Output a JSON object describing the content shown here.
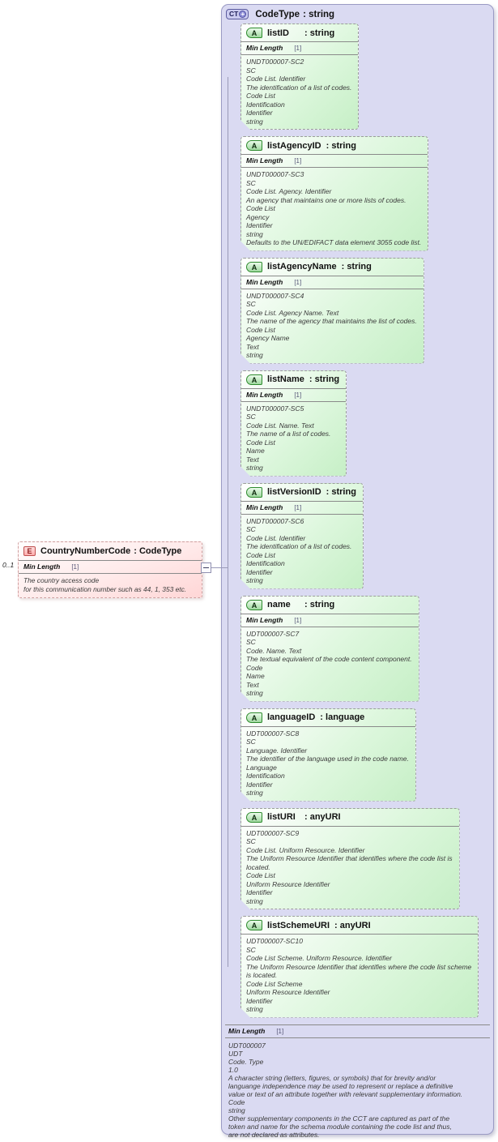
{
  "colors": {
    "ct_fill": "#dadaf2",
    "ct_border": "#9a9ac4",
    "attr_fill": "#c6efc6",
    "attr_border": "#9c9c9c",
    "element_fill": "#ffd6d6",
    "element_border": "#cfa0a0",
    "connector": "#9a9ab8",
    "annotation_text": "#3b3b3b"
  },
  "complex_type": {
    "badge": "CT",
    "badge_plus": "+",
    "name": "CodeType",
    "type": ": string",
    "attributes": [
      {
        "icon": "A",
        "name": "listID",
        "type": ": string",
        "facet": {
          "name": "Min Length",
          "cardinality": "[1]"
        },
        "annotation": [
          "UNDT000007-SC2",
          "SC",
          "Code List. Identifier",
          "The identification of a list of codes.",
          "Code List",
          "Identification",
          "Identifier",
          "string"
        ]
      },
      {
        "icon": "A",
        "name": "listAgencyID",
        "type": ": string",
        "facet": {
          "name": "Min Length",
          "cardinality": "[1]"
        },
        "annotation": [
          "UNDT000007-SC3",
          "SC",
          "Code List. Agency. Identifier",
          "An agency that maintains one or more lists of codes.",
          "Code List",
          "Agency",
          "Identifier",
          "string",
          "Defaults to the UN/EDIFACT data element 3055 code list."
        ]
      },
      {
        "icon": "A",
        "name": "listAgencyName",
        "type": ": string",
        "facet": {
          "name": "Min Length",
          "cardinality": "[1]"
        },
        "annotation": [
          "UNDT000007-SC4",
          "SC",
          "Code List. Agency Name. Text",
          "The name of the agency that maintains the list of codes.",
          "Code List",
          "Agency Name",
          "Text",
          "string"
        ]
      },
      {
        "icon": "A",
        "name": "listName",
        "type": ": string",
        "facet": {
          "name": "Min Length",
          "cardinality": "[1]"
        },
        "annotation": [
          "UNDT000007-SC5",
          "SC",
          "Code List. Name. Text",
          "The name of a list of codes.",
          "Code List",
          "Name",
          "Text",
          "string"
        ]
      },
      {
        "icon": "A",
        "name": "listVersionID",
        "type": ": string",
        "facet": {
          "name": "Min Length",
          "cardinality": "[1]"
        },
        "annotation": [
          "UNDT000007-SC6",
          "SC",
          "Code List. Identifier",
          "The identification of a list of codes.",
          "Code List",
          "Identification",
          "Identifier",
          "string"
        ]
      },
      {
        "icon": "A",
        "name": "name",
        "type": ": string",
        "facet": {
          "name": "Min Length",
          "cardinality": "[1]"
        },
        "annotation": [
          "UDT000007-SC7",
          "SC",
          "Code. Name. Text",
          "The textual equivalent of the code content component.",
          "Code",
          "Name",
          "Text",
          "string"
        ]
      },
      {
        "icon": "A",
        "name": "languageID",
        "type": ": language",
        "facet": null,
        "annotation": [
          "UDT000007-SC8",
          "SC",
          "Language. Identifier",
          "The identifier of the language used in the code name.",
          "Language",
          "Identification",
          "Identifier",
          "string"
        ]
      },
      {
        "icon": "A",
        "name": "listURI",
        "type": ": anyURI",
        "facet": null,
        "annotation": [
          "UDT000007-SC9",
          "SC",
          "Code List. Uniform Resource. Identifier",
          "The Uniform Resource Identifier that identifies where the code list is",
          "located.",
          "Code List",
          "Uniform Resource Identifier",
          "Identifier",
          "string"
        ]
      },
      {
        "icon": "A",
        "name": "listSchemeURI",
        "type": ": anyURI",
        "facet": null,
        "annotation": [
          "UDT000007-SC10",
          "SC",
          "Code List Scheme. Uniform Resource. Identifier",
          "The Uniform Resource Identifier that identifies where the code list scheme",
          "is located.",
          "Code List Scheme",
          "Uniform Resource Identifier",
          "Identifier",
          "string"
        ]
      }
    ],
    "facet": {
      "name": "Min Length",
      "cardinality": "[1]"
    },
    "annotation": [
      "UDT000007",
      "UDT",
      "Code. Type",
      "1.0",
      "A character string (letters, figures, or symbols) that for brevity and/or",
      "languange independence may be used to represent or replace a definitive",
      "value or text of an attribute together with relevant supplementary information.",
      "Code",
      "string",
      "Other supplementary components in the CCT are captured as part of the",
      "token and name for the schema module containing the code list and thus,",
      "are not declared as attributes."
    ]
  },
  "element": {
    "icon": "E",
    "name": "CountryNumberCode",
    "type": ": CodeType",
    "multiplicity": "0..1",
    "facet": {
      "name": "Min Length",
      "cardinality": "[1]"
    },
    "annotation": [
      "The country access code",
      "for this communication number such as 44, 1, 353 etc."
    ]
  }
}
